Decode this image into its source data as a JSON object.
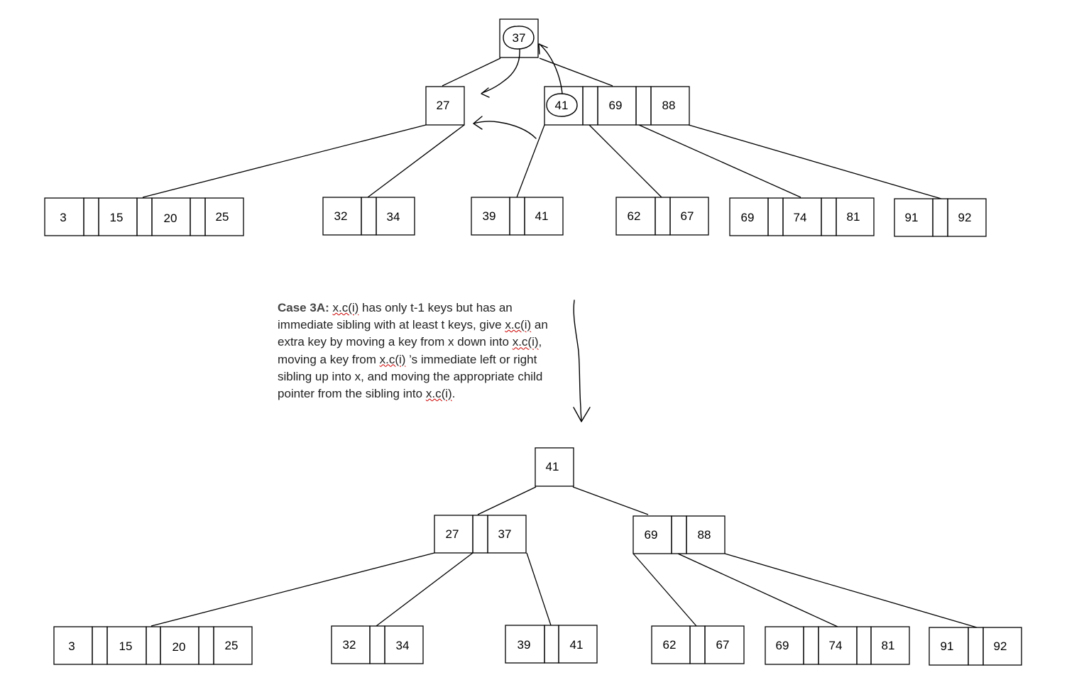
{
  "before": {
    "root": {
      "keys": [
        "37"
      ]
    },
    "internal": [
      {
        "keys": [
          "27"
        ]
      },
      {
        "keys": [
          "41",
          "69",
          "88"
        ]
      }
    ],
    "leaves": [
      {
        "keys": [
          "3",
          "15",
          "20",
          "25"
        ]
      },
      {
        "keys": [
          "32",
          "34"
        ]
      },
      {
        "keys": [
          "39",
          "41"
        ]
      },
      {
        "keys": [
          "62",
          "67"
        ]
      },
      {
        "keys": [
          "69",
          "74",
          "81"
        ]
      },
      {
        "keys": [
          "91",
          "92"
        ]
      }
    ]
  },
  "after": {
    "root": {
      "keys": [
        "41"
      ]
    },
    "internal": [
      {
        "keys": [
          "27",
          "37"
        ]
      },
      {
        "keys": [
          "69",
          "88"
        ]
      }
    ],
    "leaves": [
      {
        "keys": [
          "3",
          "15",
          "20",
          "25"
        ]
      },
      {
        "keys": [
          "32",
          "34"
        ]
      },
      {
        "keys": [
          "39",
          "41"
        ]
      },
      {
        "keys": [
          "62",
          "67"
        ]
      },
      {
        "keys": [
          "69",
          "74",
          "81"
        ]
      },
      {
        "keys": [
          "91",
          "92"
        ]
      }
    ]
  },
  "description": {
    "label": "Case 3A:",
    "segments": [
      " ",
      "x.c(i)",
      " has only t-1 keys but has an immediate sibling with at least t keys, give ",
      "x.c(i)",
      " an extra key by moving a key from x down into ",
      "x.c(i)",
      ", moving a key from ",
      "x.c(i)",
      " ’s immediate left or right sibling up into x, and moving the appropriate child pointer from the sibling into ",
      "x.c(i)",
      "."
    ]
  }
}
